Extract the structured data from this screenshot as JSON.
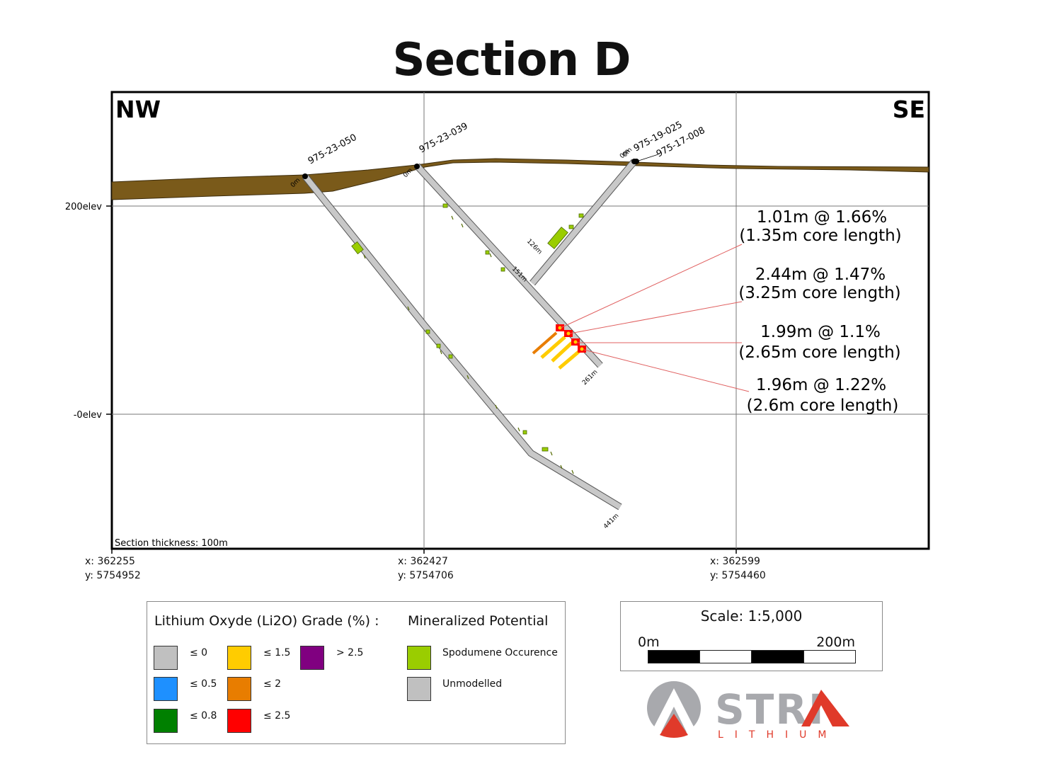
{
  "title": "Section D",
  "section": {
    "corner_left": "NW",
    "corner_right": "SE",
    "elev_labels": [
      "200elev",
      "-0elev"
    ],
    "thickness_label": "Section thickness: 100m"
  },
  "holes": [
    {
      "id": "975-23-050",
      "start_label": "0m",
      "end_label": "441m"
    },
    {
      "id": "975-23-039",
      "start_label": "0m",
      "mid_label": "151m",
      "end_label": "261m"
    },
    {
      "id": "975-19-025",
      "start_label": "0m",
      "end_label": "126m"
    },
    {
      "id": "975-17-008",
      "start_label": "0m"
    }
  ],
  "intercepts": [
    {
      "line1": "1.01m @ 1.66%",
      "line2": "(1.35m core length)"
    },
    {
      "line1": "2.44m @ 1.47%",
      "line2": "(3.25m core length)"
    },
    {
      "line1": "1.99m @ 1.1%",
      "line2": "(2.65m core length)"
    },
    {
      "line1": "1.96m @ 1.22%",
      "line2": "(2.6m core length)"
    }
  ],
  "coords": [
    {
      "x": "x: 362255",
      "y": "y: 5754952"
    },
    {
      "x": "x: 362427",
      "y": "y: 5754706"
    },
    {
      "x": "x: 362599",
      "y": "y: 5754460"
    }
  ],
  "legend": {
    "grade_title": "Lithium Oxyde (Li2O) Grade (%) :",
    "potential_title": "Mineralized Potential",
    "grades": [
      {
        "label": "≤ 0",
        "color": "#c0c0c0"
      },
      {
        "label": "≤ 0.5",
        "color": "#1e90ff"
      },
      {
        "label": "≤ 0.8",
        "color": "#008000"
      },
      {
        "label": "≤ 1.5",
        "color": "#ffcc00"
      },
      {
        "label": "≤ 2",
        "color": "#e87d00"
      },
      {
        "label": "≤ 2.5",
        "color": "#ff0000"
      },
      {
        "label": "> 2.5",
        "color": "#800080"
      }
    ],
    "potential": [
      {
        "label": "Spodumene Occurence",
        "color": "#9acd00"
      },
      {
        "label": "Unmodelled",
        "color": "#c0c0c0"
      }
    ]
  },
  "scale": {
    "title": "Scale: 1:5,000",
    "left_label": "0m",
    "right_label": "200m"
  },
  "logo": {
    "name": "STRIA",
    "sub": "L I T H I U M"
  },
  "colors": {
    "overburden": "#7a5a1a",
    "hole": "#c0c0c0",
    "spodumene": "#9acd00",
    "annotation_line": "#e06060"
  }
}
